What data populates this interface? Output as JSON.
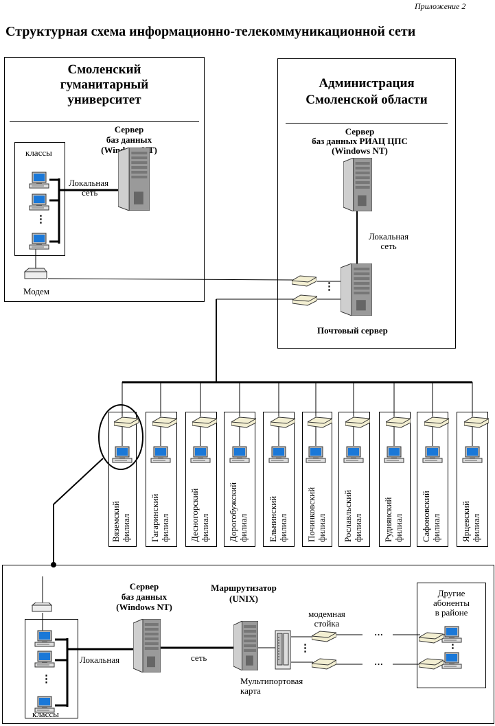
{
  "annex": "Приложение  2",
  "title": "Структурная схема информационно-телекоммуникационной сети",
  "university": {
    "name_lines": [
      "Смоленский",
      "гуманитарный",
      "университет"
    ],
    "server_lines": [
      "Сервер",
      "баз данных",
      "(Windows NT)"
    ],
    "classes_label": "классы",
    "lan_lines": [
      "Локальная",
      "сеть"
    ],
    "modem_label": "Модем"
  },
  "administration": {
    "name_lines": [
      "Администрация",
      "Смоленской области"
    ],
    "server_lines": [
      "Сервер",
      "баз данных РИАЦ ЦПС",
      "(Windows NT)"
    ],
    "lan_lines": [
      "Локальная",
      "сеть"
    ],
    "mail_server_label": "Почтовый сервер",
    "ellipsis": "⋮"
  },
  "branches": [
    {
      "label": "Вяземский\nфилиал"
    },
    {
      "label": "Гагаринский\nфилиал"
    },
    {
      "label": "Десногорский\nфилиал"
    },
    {
      "label": "Дорогобужский\nфилиал"
    },
    {
      "label": "Ельнинский\nфилиал"
    },
    {
      "label": "Починковский\nфилиал"
    },
    {
      "label": "Рославльский\nфилиал"
    },
    {
      "label": "Руднянский\nфилиал"
    },
    {
      "label": "Сафоновский\nфилиал"
    },
    {
      "label": "Ярцевский\nфилиал"
    }
  ],
  "district": {
    "server_lines": [
      "Сервер",
      "баз данных",
      "(Windows NT)"
    ],
    "router_lines": [
      "Маршрутизатор",
      "(UNIX)"
    ],
    "lan_left": "Локальная",
    "lan_right": "сеть",
    "classes_label": "классы",
    "modem_rack_lines": [
      "модемная",
      "стойка"
    ],
    "multiport_lines": [
      "Мультипортовая",
      "карта"
    ],
    "others_lines": [
      "Другие",
      "абоненты",
      "в районе"
    ],
    "dots": "···",
    "vdots": "⋮"
  },
  "colors": {
    "screen": "#1a78d8",
    "server": "#9a9a9a",
    "modem": "#f3efd2"
  }
}
